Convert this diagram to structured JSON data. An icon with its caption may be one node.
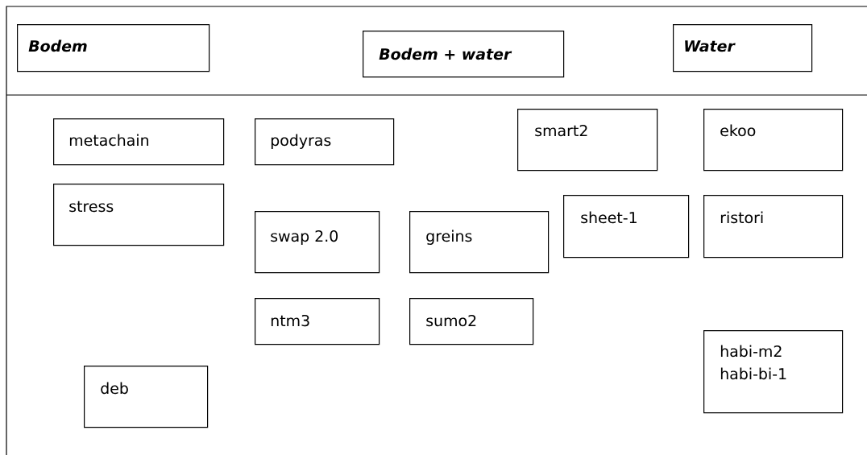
{
  "diagram": {
    "nodes": [
      {
        "text": [
          "Bodem"
        ]
      },
      {
        "text": [
          "Bodem + water"
        ]
      },
      {
        "text": [
          "Water"
        ]
      },
      {
        "text": [
          "metachain"
        ]
      },
      {
        "text": [
          "podyras"
        ]
      },
      {
        "text": [
          "smart2"
        ]
      },
      {
        "text": [
          "ekoo"
        ]
      },
      {
        "text": [
          "stress"
        ]
      },
      {
        "text": [
          "swap 2.0"
        ]
      },
      {
        "text": [
          "greins"
        ]
      },
      {
        "text": [
          "sheet-1"
        ]
      },
      {
        "text": [
          "ristori"
        ]
      },
      {
        "text": [
          "ntm3"
        ]
      },
      {
        "text": [
          "sumo2"
        ]
      },
      {
        "text": [
          "habi-m2",
          "habi-bi-1"
        ]
      },
      {
        "text": [
          "deb"
        ]
      }
    ]
  }
}
